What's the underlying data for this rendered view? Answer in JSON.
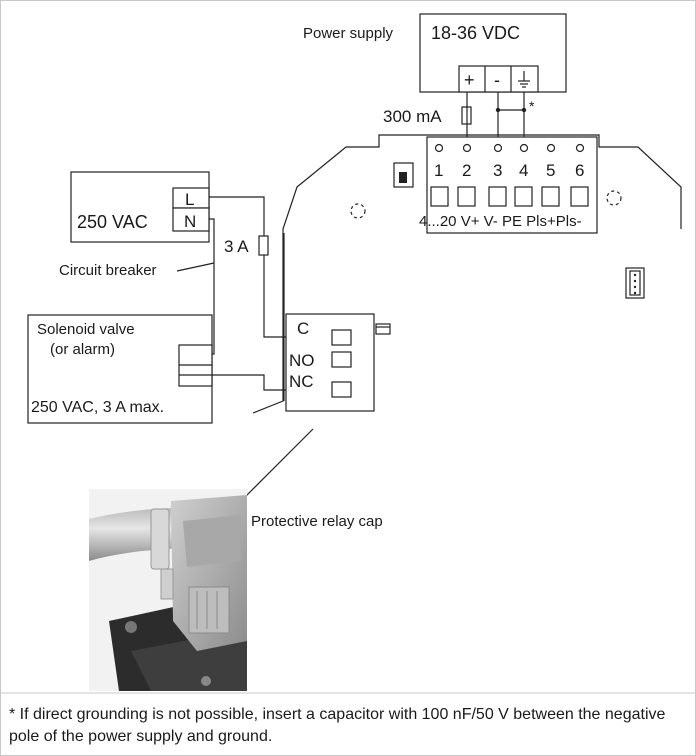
{
  "power_supply": {
    "label": "Power supply",
    "voltage": "18-36 VDC",
    "plus": "+",
    "minus": "-",
    "ground": "⏚",
    "fuse": "300 mA",
    "asterisk": "*"
  },
  "terminals": {
    "numbers": [
      "1",
      "2",
      "3",
      "4",
      "5",
      "6"
    ],
    "signals": "4...20 V+ V- PE Pls+Pls-"
  },
  "mains": {
    "voltage": "250 VAC",
    "L": "L",
    "N": "N",
    "fuse": "3 A",
    "breaker": "Circuit breaker"
  },
  "solenoid": {
    "line1": "Solenoid valve",
    "line2": "(or alarm)",
    "rating": "250 VAC, 3 A max."
  },
  "relay": {
    "C": "C",
    "NO": "NO",
    "NC": "NC"
  },
  "photo": {
    "caption": "Protective relay cap"
  },
  "footnote": "* If direct grounding is not possible, insert a capacitor with 100 nF/50 V between the negative pole of the power supply and ground."
}
